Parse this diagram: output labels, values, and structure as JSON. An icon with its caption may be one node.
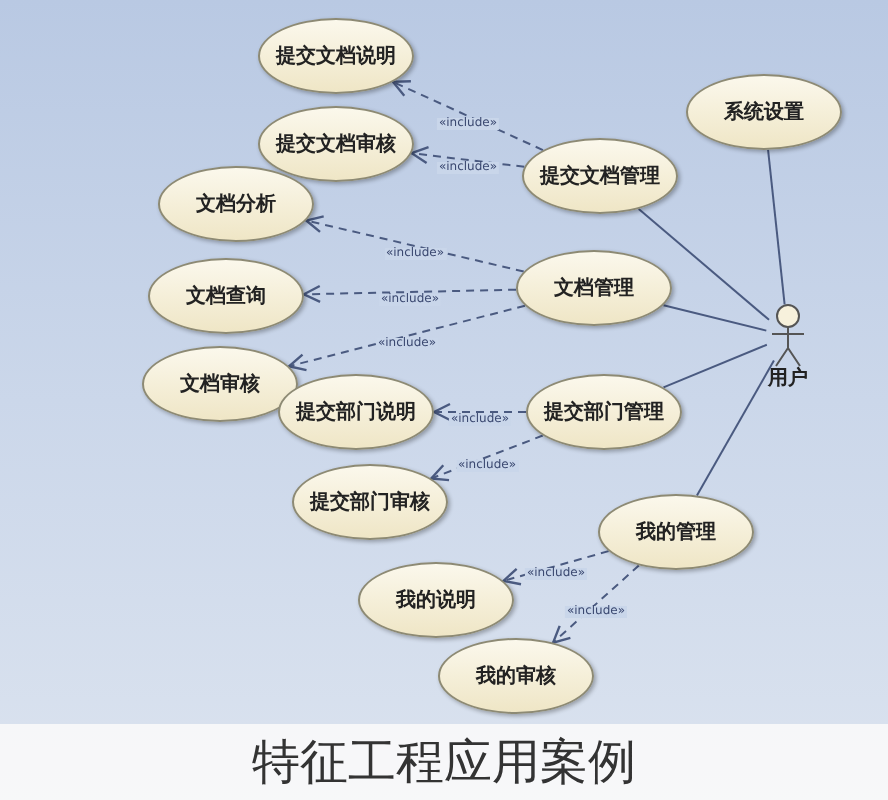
{
  "diagram": {
    "caption": "特征工程应用案例",
    "nodes": [
      {
        "text": [
          "提交文档说明"
        ]
      },
      {
        "text": [
          "提交文档审核"
        ]
      },
      {
        "text": [
          "提交文档管理"
        ]
      },
      {
        "text": [
          "系统设置"
        ]
      },
      {
        "text": [
          "文档分析"
        ]
      },
      {
        "text": [
          "文档查询"
        ]
      },
      {
        "text": [
          "文档管理"
        ]
      },
      {
        "text": [
          "文档审核"
        ]
      },
      {
        "text": [
          "提交部门说明"
        ]
      },
      {
        "text": [
          "提交部门管理"
        ]
      },
      {
        "text": [
          "提交部门审核"
        ]
      },
      {
        "text": [
          "我的管理"
        ]
      },
      {
        "text": [
          "我的说明"
        ]
      },
      {
        "text": [
          "我的审核"
        ]
      },
      {
        "text": [],
        "shape": "person",
        "beside": [
          "用户"
        ]
      }
    ],
    "edges": [
      {
        "from": 2,
        "to": 0,
        "arrow": "to",
        "style": "dashed",
        "label": "«include»"
      },
      {
        "from": 2,
        "to": 1,
        "arrow": "to",
        "style": "dashed",
        "label": "«include»"
      },
      {
        "from": 6,
        "to": 4,
        "arrow": "to",
        "style": "dashed",
        "label": "«include»"
      },
      {
        "from": 6,
        "to": 5,
        "arrow": "to",
        "style": "dashed",
        "label": "«include»"
      },
      {
        "from": 6,
        "to": 7,
        "arrow": "to",
        "style": "dashed",
        "label": "«include»"
      },
      {
        "from": 9,
        "to": 8,
        "arrow": "to",
        "style": "dashed",
        "label": "«include»"
      },
      {
        "from": 9,
        "to": 10,
        "arrow": "to",
        "style": "dashed",
        "label": "«include»"
      },
      {
        "from": 11,
        "to": 12,
        "arrow": "to",
        "style": "dashed",
        "label": "«include»"
      },
      {
        "from": 11,
        "to": 13,
        "arrow": "to",
        "style": "dashed",
        "label": "«include»"
      },
      {
        "from": 14,
        "to": 3,
        "arrow": "none"
      },
      {
        "from": 14,
        "to": 2,
        "arrow": "none"
      },
      {
        "from": 14,
        "to": 6,
        "arrow": "none"
      },
      {
        "from": 14,
        "to": 9,
        "arrow": "none"
      },
      {
        "from": 14,
        "to": 11,
        "arrow": "none"
      }
    ]
  }
}
